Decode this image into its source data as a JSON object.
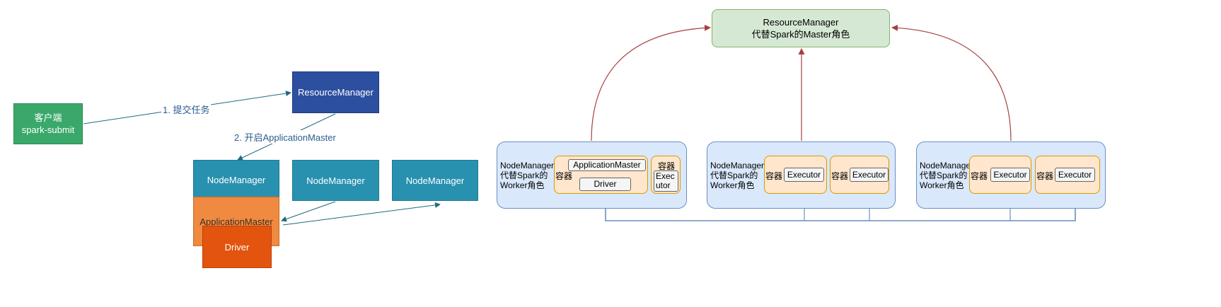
{
  "left": {
    "client": {
      "line1": "客户端",
      "line2": "spark-submit"
    },
    "resource_manager": "ResourceManager",
    "node_managers": [
      "NodeManager",
      "NodeManager",
      "NodeManager"
    ],
    "application_master": "ApplicationMaster",
    "driver": "Driver",
    "edge_labels": {
      "submit": "1. 提交任务",
      "start_am": "2. 开启ApplicationMaster"
    }
  },
  "right": {
    "resource_manager": {
      "line1": "ResourceManager",
      "line2": "代替Spark的Master角色"
    },
    "node_managers": [
      {
        "label": [
          "NodeManager",
          "代替Spark的",
          "Worker角色"
        ],
        "container_label": "容器",
        "application_master": "ApplicationMaster",
        "driver": "Driver",
        "small_container_label": "容器",
        "executor_split": [
          "Exec",
          "utor"
        ]
      },
      {
        "label": [
          "NodeManager",
          "代替Spark的",
          "Worker角色"
        ],
        "containers": [
          {
            "label": "容器",
            "executor": "Executor"
          },
          {
            "label": "容器",
            "executor": "Executor"
          }
        ]
      },
      {
        "label": [
          "NodeManager",
          "代替Spark的",
          "Worker角色"
        ],
        "containers": [
          {
            "label": "容器",
            "executor": "Executor"
          },
          {
            "label": "容器",
            "executor": "Executor"
          }
        ]
      }
    ]
  },
  "colors": {
    "arrow_dark": "#1f6a80",
    "arrow_red": "#a64040",
    "arrow_blue": "#6c8ebf"
  }
}
